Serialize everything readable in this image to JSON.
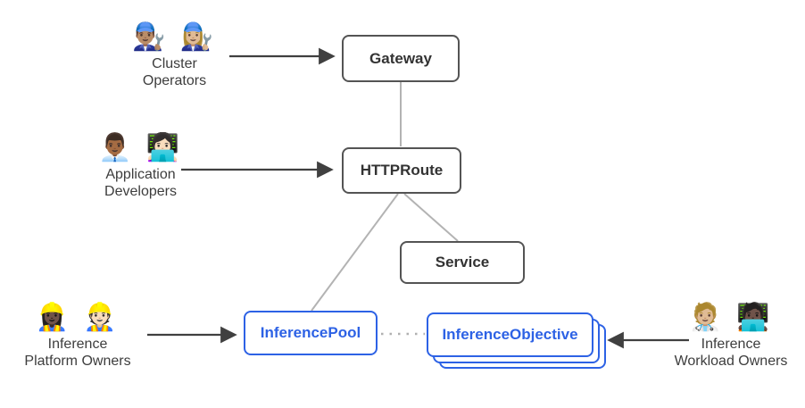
{
  "diagram": {
    "title_semantic": "Gateway API inference extension resource model",
    "colors": {
      "node_border": "#545454",
      "node_text": "#333333",
      "accent_blue": "#2d62e5",
      "arrow": "#404040",
      "connector": "#b3b3b3",
      "background": "#ffffff"
    },
    "nodes": {
      "gateway": {
        "label": "Gateway"
      },
      "httproute": {
        "label": "HTTPRoute"
      },
      "service": {
        "label": "Service"
      },
      "inference_pool": {
        "label": "InferencePool"
      },
      "inference_objective": {
        "label": "InferenceObjective"
      }
    },
    "actors": {
      "cluster_operators": {
        "emoji": "👨🏽‍🔧 👩🏼‍🔧",
        "line1": "Cluster",
        "line2": "Operators"
      },
      "application_developers": {
        "emoji": "👨🏾‍💼 👩🏻‍💻",
        "line1": "Application",
        "line2": "Developers"
      },
      "inference_platform_owners": {
        "emoji": "👷🏿‍♀️ 👷🏻",
        "line1": "Inference",
        "line2": "Platform Owners"
      },
      "inference_workload_owners": {
        "emoji": "🧑🏼‍⚕️ 🧑🏿‍💻",
        "line1": "Inference",
        "line2": "Workload Owners"
      }
    },
    "edges": [
      {
        "from": "cluster-operators",
        "to": "gateway",
        "type": "arrow"
      },
      {
        "from": "application-developers",
        "to": "httproute",
        "type": "arrow"
      },
      {
        "from": "inference-platform-owners",
        "to": "inference-pool",
        "type": "arrow"
      },
      {
        "from": "inference-workload-owners",
        "to": "inference-objective",
        "type": "arrow"
      },
      {
        "from": "gateway",
        "to": "httproute",
        "type": "line"
      },
      {
        "from": "httproute",
        "to": "service",
        "type": "line"
      },
      {
        "from": "httproute",
        "to": "inference-pool",
        "type": "line"
      },
      {
        "from": "inference-pool",
        "to": "inference-objective",
        "type": "dotted"
      }
    ]
  }
}
